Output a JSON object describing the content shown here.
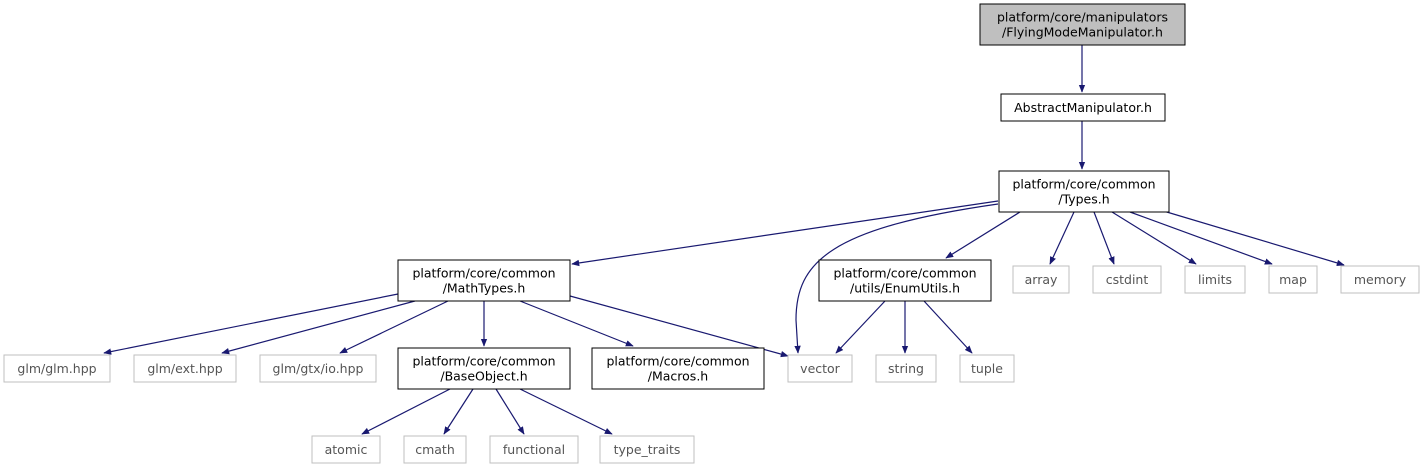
{
  "diagram": {
    "type": "include-dependency-graph",
    "colors": {
      "edge": "#191970",
      "root_fill": "#bfbfbf",
      "node_border": "#000000",
      "external_border": "#bfbfbf",
      "external_text": "#555555",
      "text": "#000000"
    },
    "nodes": [
      {
        "id": "n_root",
        "lines": [
          "platform/core/manipulators",
          "/FlyingModeManipulator.h"
        ],
        "kind": "root"
      },
      {
        "id": "n_abstract",
        "lines": [
          "AbstractManipulator.h"
        ],
        "kind": "file"
      },
      {
        "id": "n_types",
        "lines": [
          "platform/core/common",
          "/Types.h"
        ],
        "kind": "file"
      },
      {
        "id": "n_mathtypes",
        "lines": [
          "platform/core/common",
          "/MathTypes.h"
        ],
        "kind": "file"
      },
      {
        "id": "n_enumutils",
        "lines": [
          "platform/core/common",
          "/utils/EnumUtils.h"
        ],
        "kind": "file"
      },
      {
        "id": "n_array",
        "lines": [
          "array"
        ],
        "kind": "external"
      },
      {
        "id": "n_cstdint",
        "lines": [
          "cstdint"
        ],
        "kind": "external"
      },
      {
        "id": "n_limits",
        "lines": [
          "limits"
        ],
        "kind": "external"
      },
      {
        "id": "n_map",
        "lines": [
          "map"
        ],
        "kind": "external"
      },
      {
        "id": "n_memory",
        "lines": [
          "memory"
        ],
        "kind": "external"
      },
      {
        "id": "n_glm",
        "lines": [
          "glm/glm.hpp"
        ],
        "kind": "external"
      },
      {
        "id": "n_ext",
        "lines": [
          "glm/ext.hpp"
        ],
        "kind": "external"
      },
      {
        "id": "n_io",
        "lines": [
          "glm/gtx/io.hpp"
        ],
        "kind": "external"
      },
      {
        "id": "n_baseobject",
        "lines": [
          "platform/core/common",
          "/BaseObject.h"
        ],
        "kind": "file"
      },
      {
        "id": "n_macros",
        "lines": [
          "platform/core/common",
          "/Macros.h"
        ],
        "kind": "file"
      },
      {
        "id": "n_vector",
        "lines": [
          "vector"
        ],
        "kind": "external"
      },
      {
        "id": "n_string",
        "lines": [
          "string"
        ],
        "kind": "external"
      },
      {
        "id": "n_tuple",
        "lines": [
          "tuple"
        ],
        "kind": "external"
      },
      {
        "id": "n_atomic",
        "lines": [
          "atomic"
        ],
        "kind": "external"
      },
      {
        "id": "n_cmath",
        "lines": [
          "cmath"
        ],
        "kind": "external"
      },
      {
        "id": "n_functional",
        "lines": [
          "functional"
        ],
        "kind": "external"
      },
      {
        "id": "n_typetraits",
        "lines": [
          "type_traits"
        ],
        "kind": "external"
      }
    ],
    "edges": [
      {
        "from": "n_root",
        "to": "n_abstract"
      },
      {
        "from": "n_abstract",
        "to": "n_types"
      },
      {
        "from": "n_types",
        "to": "n_mathtypes"
      },
      {
        "from": "n_types",
        "to": "n_vector"
      },
      {
        "from": "n_types",
        "to": "n_enumutils"
      },
      {
        "from": "n_types",
        "to": "n_array"
      },
      {
        "from": "n_types",
        "to": "n_cstdint"
      },
      {
        "from": "n_types",
        "to": "n_limits"
      },
      {
        "from": "n_types",
        "to": "n_map"
      },
      {
        "from": "n_types",
        "to": "n_memory"
      },
      {
        "from": "n_mathtypes",
        "to": "n_glm"
      },
      {
        "from": "n_mathtypes",
        "to": "n_ext"
      },
      {
        "from": "n_mathtypes",
        "to": "n_io"
      },
      {
        "from": "n_mathtypes",
        "to": "n_baseobject"
      },
      {
        "from": "n_mathtypes",
        "to": "n_macros"
      },
      {
        "from": "n_mathtypes",
        "to": "n_vector"
      },
      {
        "from": "n_enumutils",
        "to": "n_vector"
      },
      {
        "from": "n_enumutils",
        "to": "n_string"
      },
      {
        "from": "n_enumutils",
        "to": "n_tuple"
      },
      {
        "from": "n_baseobject",
        "to": "n_atomic"
      },
      {
        "from": "n_baseobject",
        "to": "n_cmath"
      },
      {
        "from": "n_baseobject",
        "to": "n_functional"
      },
      {
        "from": "n_baseobject",
        "to": "n_typetraits"
      }
    ]
  }
}
